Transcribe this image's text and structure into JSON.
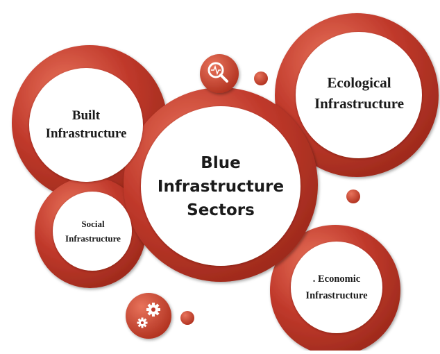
{
  "diagram": {
    "center": {
      "text": "Blue\nInfrastructure\nSectors"
    },
    "nodes": {
      "built": {
        "text": "Built\nInfrastructure"
      },
      "ecological": {
        "text": "Ecological\nInfrastructure"
      },
      "social": {
        "text": "Social\nInfrastructure"
      },
      "economic": {
        "text": ". Economic\nInfrastructure"
      }
    },
    "icons": {
      "top": "magnifier-pulse-icon",
      "bottom": "gears-icon"
    },
    "colors": {
      "ring": "#c0392b",
      "ring_dark": "#9e2a1c",
      "ring_light": "#e0674f",
      "inner": "#ffffff"
    }
  }
}
